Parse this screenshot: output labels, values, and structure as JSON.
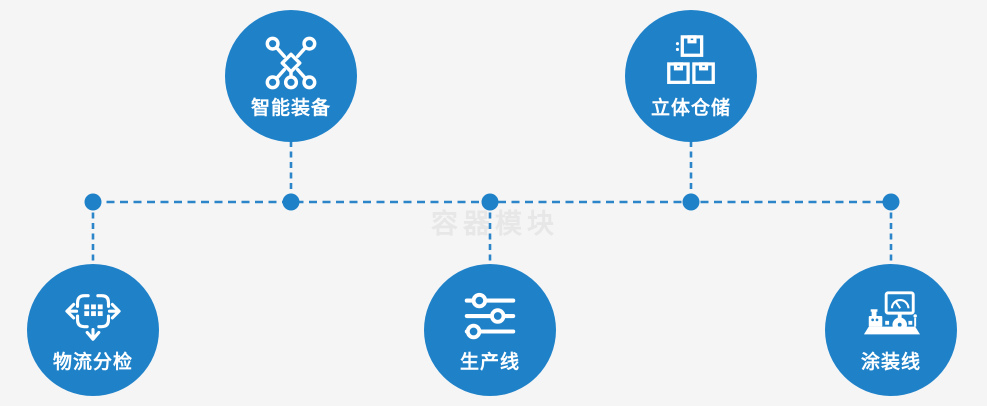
{
  "page": {
    "background_color": "#f5f5f6",
    "accent_color": "#1f82c9",
    "dash_line_color": "#2b85c8",
    "watermark": "容器模块"
  },
  "nodes": [
    {
      "label": "智能装备",
      "icon": "network-nodes-icon"
    },
    {
      "label": "立体仓储",
      "icon": "stacked-boxes-icon"
    },
    {
      "label": "物流分检",
      "icon": "sorting-arrows-icon"
    },
    {
      "label": "生产线",
      "icon": "sliders-icon"
    },
    {
      "label": "涂装线",
      "icon": "machine-console-icon"
    }
  ]
}
